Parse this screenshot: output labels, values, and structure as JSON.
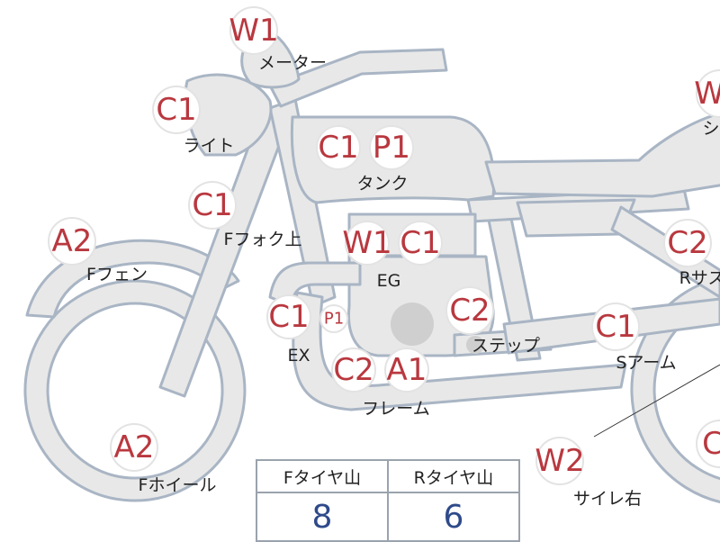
{
  "badges": [
    {
      "id": "meter-code",
      "code": "W1"
    },
    {
      "id": "light-code",
      "code": "C1"
    },
    {
      "id": "tank-code-1",
      "code": "C1"
    },
    {
      "id": "tank-code-2",
      "code": "P1"
    },
    {
      "id": "ffork-code",
      "code": "C1"
    },
    {
      "id": "ffender-code",
      "code": "A2"
    },
    {
      "id": "eg-code-1",
      "code": "W1"
    },
    {
      "id": "eg-code-2",
      "code": "C1"
    },
    {
      "id": "ex-code-1",
      "code": "C1"
    },
    {
      "id": "ex-code-2",
      "code": "P1"
    },
    {
      "id": "step-code",
      "code": "C2"
    },
    {
      "id": "frame-code-1",
      "code": "C2"
    },
    {
      "id": "frame-code-2",
      "code": "A1"
    },
    {
      "id": "fwheel-code",
      "code": "A2"
    },
    {
      "id": "sarm-code",
      "code": "C1"
    },
    {
      "id": "rsus-code",
      "code": "C2"
    },
    {
      "id": "muffler-code",
      "code": "W2"
    },
    {
      "id": "seat-code",
      "code": "W"
    },
    {
      "id": "rwheel-code",
      "code": "C"
    }
  ],
  "labels": {
    "meter": "メーター",
    "light": "ライト",
    "tank": "タンク",
    "ffork": "Fフォク上",
    "ffender": "Fフェン",
    "eg": "EG",
    "ex": "EX",
    "step": "ステップ",
    "frame": "フレーム",
    "fwheel": "Fホイール",
    "sarm": "Sアーム",
    "rsus": "Rサス",
    "muffler": "サイレ右",
    "seat": "シ"
  },
  "tire_table": {
    "headers": [
      "Fタイヤ山",
      "Rタイヤ山"
    ],
    "values": [
      "8",
      "6"
    ]
  },
  "colors": {
    "code_text": "#b9383f",
    "part_fill": "#e8e8e8",
    "part_outline": "#a9b5c4",
    "table_value": "#2e4a8a"
  }
}
